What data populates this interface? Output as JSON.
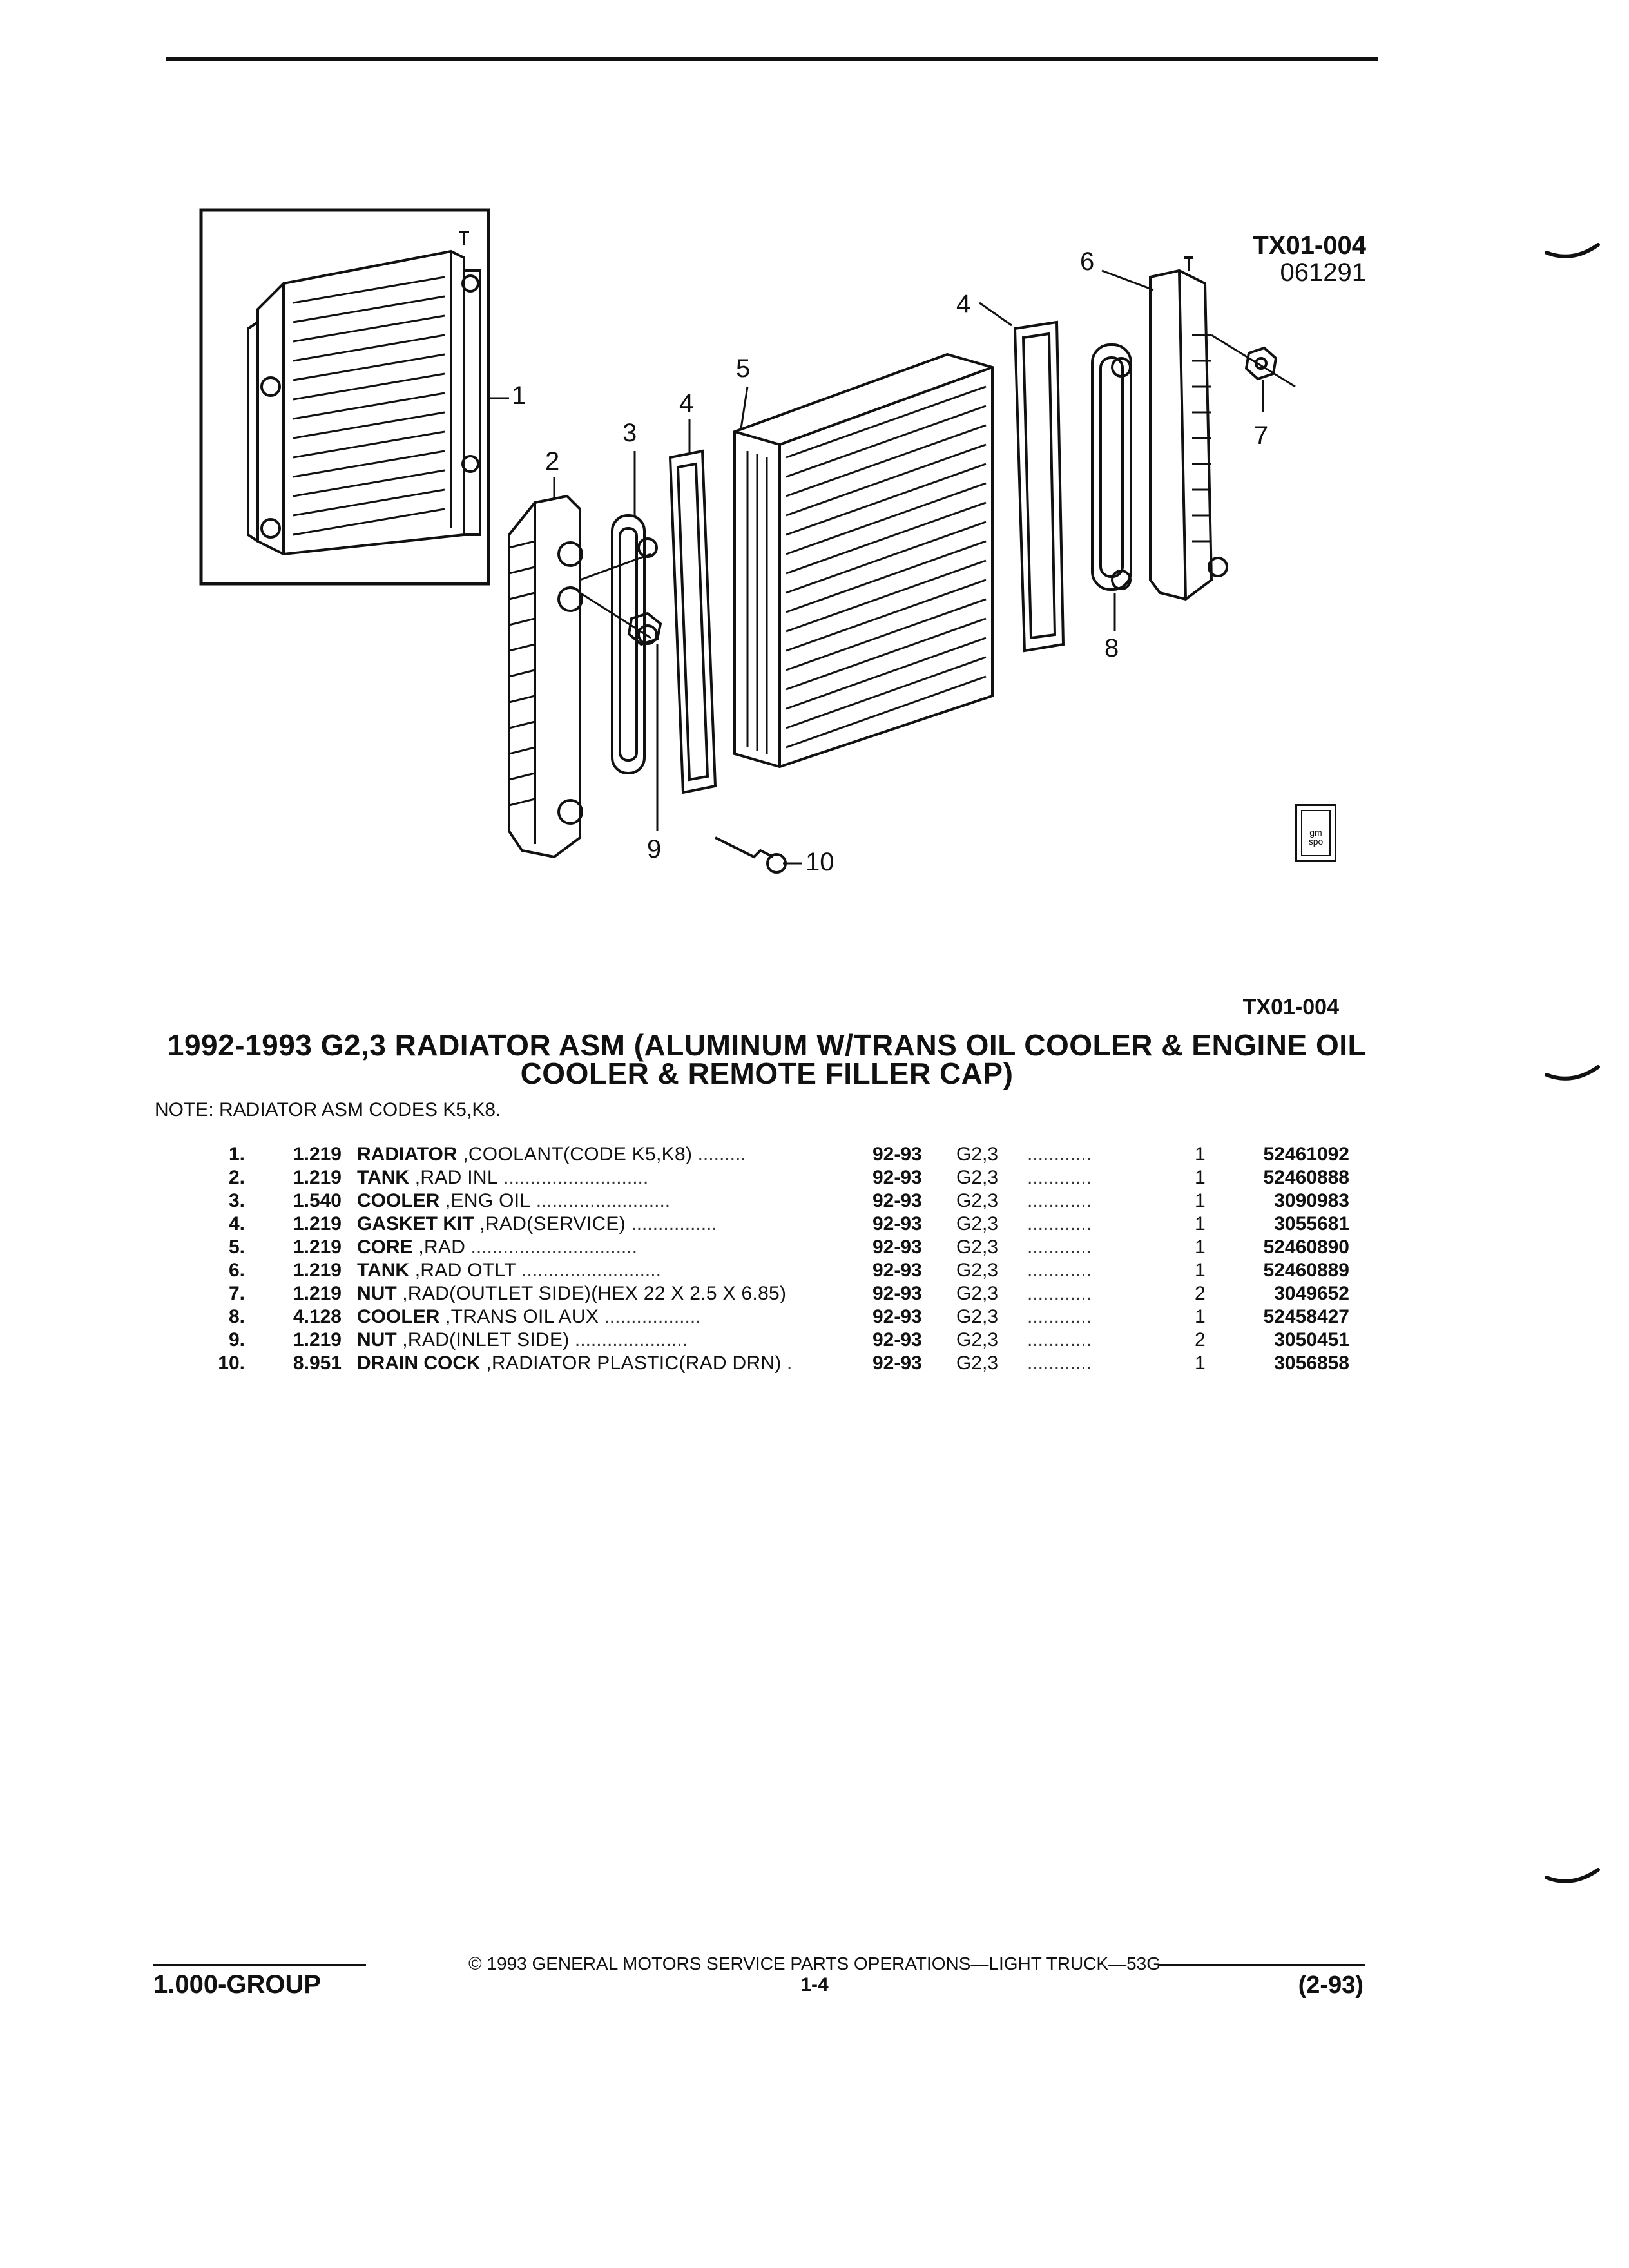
{
  "figure": {
    "id_top": "TX01-004",
    "date_code": "061291",
    "id_bottom": "TX01-004",
    "callouts": [
      "1",
      "2",
      "3",
      "4",
      "4",
      "5",
      "6",
      "7",
      "8",
      "9",
      "10"
    ]
  },
  "title": {
    "line1": "1992-1993 G2,3 RADIATOR ASM (ALUMINUM W/TRANS OIL COOLER & ENGINE OIL",
    "line2": "COOLER & REMOTE FILLER CAP)"
  },
  "note": "NOTE:  RADIATOR ASM CODES K5,K8.",
  "parts": [
    {
      "idx": "1.",
      "group": "1.219",
      "name": "RADIATOR",
      "detail": " ,COOLANT(CODE K5,K8)",
      "dots": " .........",
      "years": "92-93",
      "model": "G2,3",
      "dots2": "............",
      "qty": "1",
      "pn": "52461092"
    },
    {
      "idx": "2.",
      "group": "1.219",
      "name": "TANK",
      "detail": " ,RAD INL",
      "dots": " ...........................",
      "years": "92-93",
      "model": "G2,3",
      "dots2": "............",
      "qty": "1",
      "pn": "52460888"
    },
    {
      "idx": "3.",
      "group": "1.540",
      "name": "COOLER",
      "detail": " ,ENG OIL",
      "dots": " .........................",
      "years": "92-93",
      "model": "G2,3",
      "dots2": "............",
      "qty": "1",
      "pn": "3090983"
    },
    {
      "idx": "4.",
      "group": "1.219",
      "name": "GASKET KIT",
      "detail": " ,RAD(SERVICE)",
      "dots": " ................",
      "years": "92-93",
      "model": "G2,3",
      "dots2": "............",
      "qty": "1",
      "pn": "3055681"
    },
    {
      "idx": "5.",
      "group": "1.219",
      "name": "CORE",
      "detail": " ,RAD",
      "dots": " ...............................",
      "years": "92-93",
      "model": "G2,3",
      "dots2": "............",
      "qty": "1",
      "pn": "52460890"
    },
    {
      "idx": "6.",
      "group": "1.219",
      "name": "TANK",
      "detail": " ,RAD OTLT",
      "dots": " ..........................",
      "years": "92-93",
      "model": "G2,3",
      "dots2": "............",
      "qty": "1",
      "pn": "52460889"
    },
    {
      "idx": "7.",
      "group": "1.219",
      "name": "NUT",
      "detail": " ,RAD(OUTLET SIDE)(HEX 22 X 2.5 X 6.85)",
      "dots": "",
      "years": "92-93",
      "model": "G2,3",
      "dots2": "............",
      "qty": "2",
      "pn": "3049652"
    },
    {
      "idx": "8.",
      "group": "4.128",
      "name": "COOLER",
      "detail": " ,TRANS OIL AUX",
      "dots": " ..................",
      "years": "92-93",
      "model": "G2,3",
      "dots2": "............",
      "qty": "1",
      "pn": "52458427"
    },
    {
      "idx": "9.",
      "group": "1.219",
      "name": "NUT",
      "detail": " ,RAD(INLET SIDE)",
      "dots": " .....................",
      "years": "92-93",
      "model": "G2,3",
      "dots2": "............",
      "qty": "2",
      "pn": "3050451"
    },
    {
      "idx": "10.",
      "group": "8.951",
      "name": "DRAIN COCK",
      "detail": " ,RADIATOR PLASTIC(RAD DRN)",
      "dots": " .",
      "years": "92-93",
      "model": "G2,3",
      "dots2": "............",
      "qty": "1",
      "pn": "3056858"
    }
  ],
  "footer": {
    "copyright": "© 1993 GENERAL MOTORS SERVICE PARTS OPERATIONS—LIGHT TRUCK—53G",
    "group": "1.000-GROUP",
    "page": "1-4",
    "date": "(2-93)"
  },
  "logo_text": "gm spo"
}
